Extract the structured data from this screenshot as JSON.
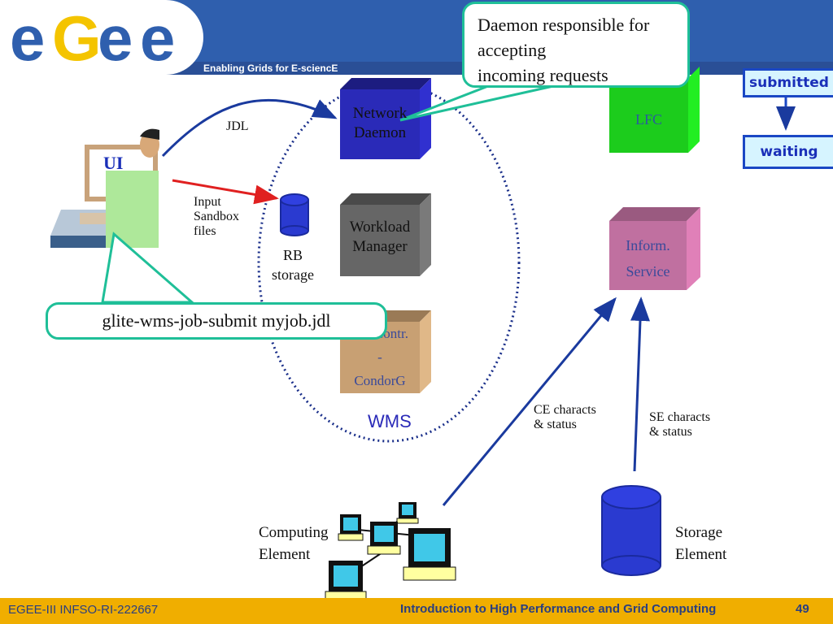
{
  "header": {
    "logo_letters": [
      "e",
      "G",
      "e",
      "e"
    ],
    "tagline": "Enabling Grids for E-sciencE",
    "colors": {
      "band": "#2f5fae",
      "logo_blue": "#2f5fae",
      "logo_yellow": "#f4c400"
    }
  },
  "callouts": {
    "daemon": [
      "Daemon responsible for",
      "accepting",
      "incoming requests"
    ],
    "command": "glite-wms-job-submit myjob.jdl"
  },
  "ui": {
    "screen_label": "UI"
  },
  "arrows": {
    "jdl": "JDL",
    "input_sandbox": [
      "Input",
      "Sandbox",
      "files"
    ],
    "ce_status": [
      "CE characts",
      "& status"
    ],
    "se_status": [
      "SE characts",
      "& status"
    ]
  },
  "rb_storage": [
    "RB",
    "storage"
  ],
  "wms": {
    "label": "WMS",
    "components": [
      {
        "name": "network-daemon",
        "lines": [
          "Network",
          "Daemon"
        ],
        "color": "#2a2ab8"
      },
      {
        "name": "workload-manager",
        "lines": [
          "Workload",
          "Manager"
        ],
        "color": "#6a6a6a"
      },
      {
        "name": "job-controller",
        "lines": [
          "Job Contr.",
          "-",
          "CondorG"
        ],
        "color": "#c8a073"
      }
    ]
  },
  "services": {
    "lfc": {
      "label": "LFC",
      "color": "#1ccc1c"
    },
    "information_service": {
      "lines": [
        "Inform.",
        "Service"
      ],
      "color": "#c070a0"
    }
  },
  "computing_element": [
    "Computing",
    "Element"
  ],
  "storage_element": [
    "Storage",
    "Element"
  ],
  "job_states": [
    "submitted",
    "waiting"
  ],
  "footer": {
    "project_id": "EGEE-III INFSO-RI-222667",
    "course_title": "Introduction to High Performance and Grid Computing",
    "page_number": "49"
  }
}
